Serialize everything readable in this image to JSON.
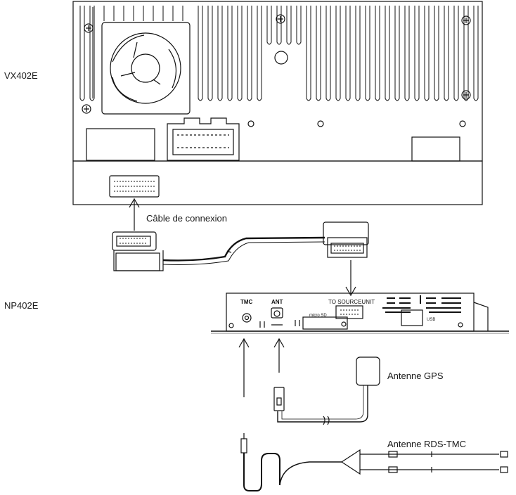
{
  "labels": {
    "head_unit": "VX402E",
    "nav_unit": "NP402E",
    "cable": "Câble de connexion",
    "gps": "Antenne GPS",
    "rds": "Antenne RDS-TMC"
  },
  "panel": {
    "tmc": "TMC",
    "ant": "ANT",
    "to_source": "TO SOURCEUNIT",
    "micro_sd": "micro SD",
    "usb": "USB"
  }
}
